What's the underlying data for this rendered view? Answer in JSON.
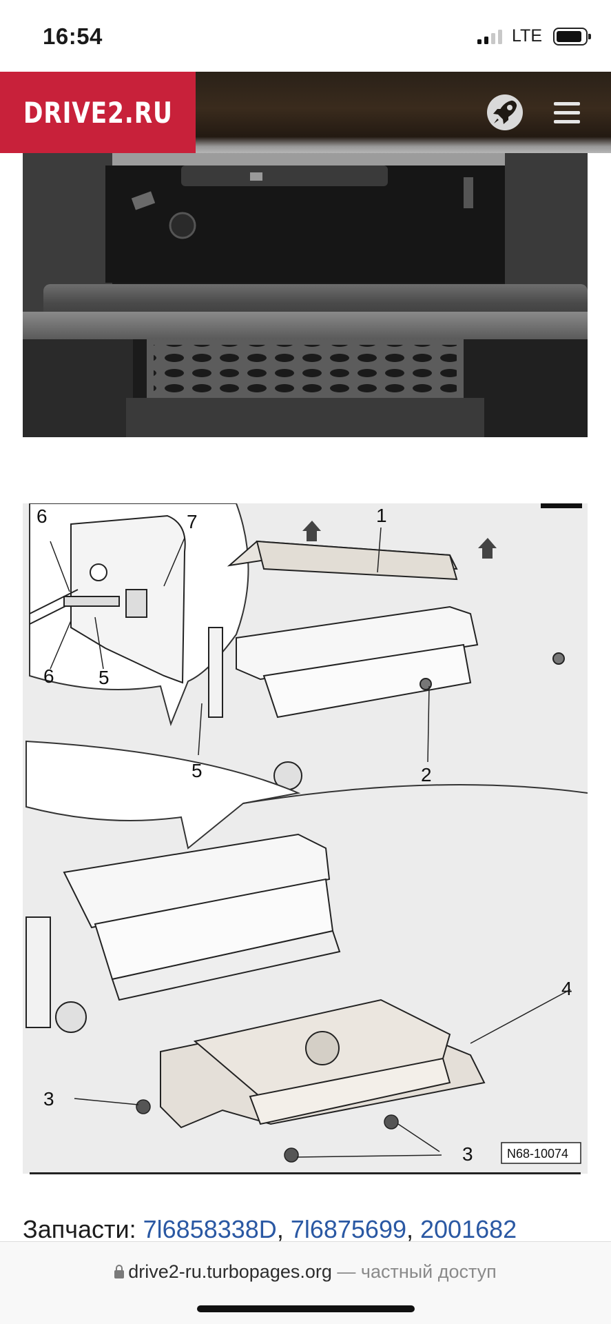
{
  "status_bar": {
    "time": "16:54",
    "network": "LTE",
    "icons": [
      "signal-icon",
      "battery-icon"
    ]
  },
  "header": {
    "brand": "DRIVE2.RU",
    "brand_color": "#c8213a",
    "actions": [
      {
        "name": "rocket-icon"
      },
      {
        "name": "menu-icon"
      }
    ]
  },
  "photo": {
    "subject": "glove-box-photo"
  },
  "diagram": {
    "callouts": {
      "c1": "1",
      "c2": "2",
      "c3a": "3",
      "c3b": "3",
      "c4": "4",
      "c5a": "5",
      "c5b": "5",
      "c6a": "6",
      "c6b": "6",
      "c7": "7"
    },
    "code": "N68-10074"
  },
  "parts": {
    "label": "Запчасти: ",
    "links": [
      "7l6858338D",
      "7l6875699",
      "2001682"
    ],
    "separator": ", ",
    "link_color": "#2a58a3"
  },
  "bottom_bar": {
    "url": "drive2-ru.turbopages.org",
    "note": " — частный доступ"
  }
}
